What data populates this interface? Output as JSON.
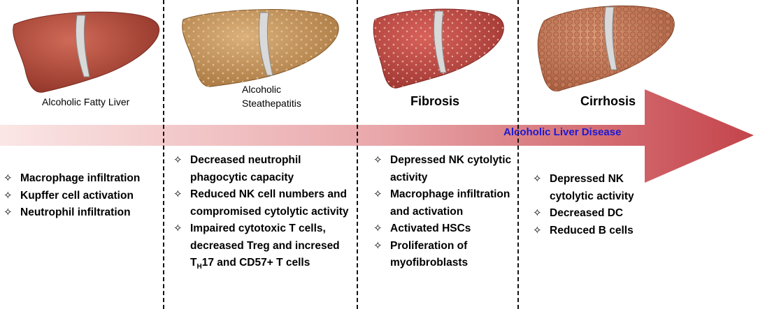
{
  "stages": [
    {
      "label": "Alcoholic Fatty Liver",
      "items": [
        "Macrophage infiltration",
        "Kupffer cell activation",
        "Neutrophil infiltration"
      ]
    },
    {
      "label_line1": "Alcoholic",
      "label_line2": "Steathepatitis",
      "items": [
        "Decreased neutrophil phagocytic capacity",
        "Reduced NK cell numbers and compromised cytolytic activity"
      ],
      "item3_before": "Impaired cytotoxic T cells, decreased Treg and incresed T",
      "item3_sub": "H",
      "item3_after": "17 and CD57+ T cells"
    },
    {
      "label": "Fibrosis",
      "items": [
        "Depressed NK cytolytic activity",
        "Macrophage infiltration and activation",
        "Activated HSCs",
        "Proliferation of myofibroblasts"
      ]
    },
    {
      "label": "Cirrhosis",
      "items": [
        "Depressed NK cytolytic activity",
        "Decreased DC",
        "Reduced B cells"
      ]
    }
  ],
  "arrow_label": "Alcoholic Liver Disease",
  "bullet_symbol": "✧",
  "colors": {
    "arrow_start": "#fbe5e5",
    "arrow_end": "#c6464d",
    "arrow_label": "#1a1ad4",
    "liver_healthy": "#b5493b",
    "liver_fatty": "#c99b63",
    "liver_fibrosis": "#c24a45",
    "liver_cirrhosis": "#c97e5f"
  }
}
